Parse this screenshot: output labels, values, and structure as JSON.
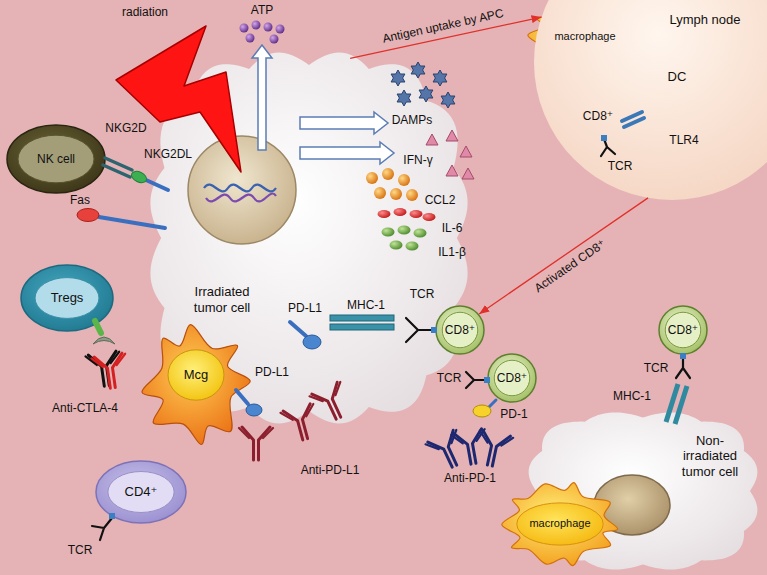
{
  "diagram": {
    "nodes": [
      {
        "text": [
          "Lymph node"
        ]
      },
      {
        "text": [
          "macrophage"
        ],
        "in": 0
      },
      {
        "text": [
          "DC"
        ],
        "in": 0
      },
      {
        "text": [
          "CD8⁺"
        ],
        "in": 0
      },
      {
        "text": [
          "NK cell"
        ]
      },
      {
        "text": [
          "Irradiated tumor cell"
        ]
      },
      {
        "text": [
          "CD8⁺"
        ]
      },
      {
        "text": [
          "Tregs"
        ]
      },
      {
        "text": [
          "CD8⁺"
        ]
      },
      {
        "text": [
          "Mcg"
        ]
      },
      {
        "text": [
          "CD8⁺"
        ]
      },
      {
        "text": [
          "Non-irradiated tumor cell"
        ]
      },
      {
        "text": [
          "CD4⁺"
        ]
      },
      {
        "text": [
          "macrophage"
        ]
      }
    ],
    "edges": [
      {
        "from": 5,
        "to": 0,
        "label": "Antigen uptake by APC",
        "arrow": "to"
      },
      {
        "from": 0,
        "to": 6,
        "label": "Activated CD8⁺",
        "arrow": "to"
      }
    ],
    "labels": [
      "radiation",
      "ATP",
      "DAMPs",
      "IFN-γ",
      "CCL2",
      "IL-6",
      "IL1-β",
      "TLR4",
      "TCR",
      "NKG2D",
      "NKG2DL",
      "Fas",
      "MHC-1",
      "TCR",
      "PD-L1",
      "PD-L1",
      "TCR",
      "TCR",
      "MHC-1",
      "Anti-CTLA-4",
      "PD-1",
      "Anti-PD-L1",
      "Anti-PD-1",
      "TCR"
    ]
  }
}
